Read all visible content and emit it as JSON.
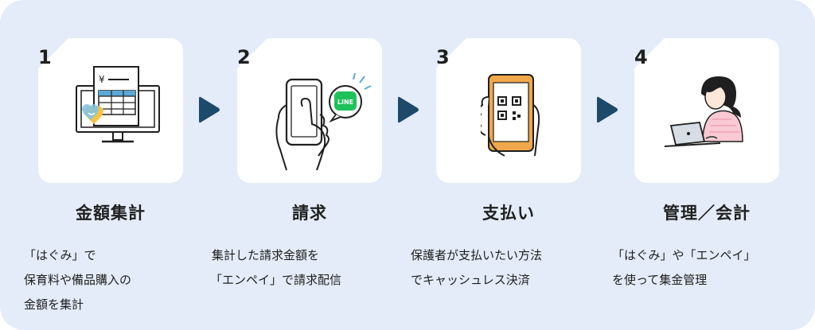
{
  "steps": [
    {
      "number": "1",
      "title": "金額集計",
      "lines": [
        "「はぐみ」で",
        "保育料や備品購入の",
        "金額を集計"
      ]
    },
    {
      "number": "2",
      "title": "請求",
      "lines": [
        "集計した請求金額を",
        "「エンペイ」で請求配信"
      ]
    },
    {
      "number": "3",
      "title": "支払い",
      "lines": [
        "保護者が支払いたい方法",
        "でキャッシュレス決済"
      ]
    },
    {
      "number": "4",
      "title": "管理／会計",
      "lines": [
        "「はぐみ」や「エンペイ」",
        "を使って集金管理"
      ]
    }
  ],
  "icons": {
    "yen_glyph": "¥",
    "line_badge": "LINE"
  },
  "colors": {
    "panel": "#e3ecf8",
    "arrow": "#1d4a6b",
    "line_green": "#1fc15a",
    "phone_orange": "#f0a84a",
    "sweater_pink": "#f9c9d4"
  }
}
